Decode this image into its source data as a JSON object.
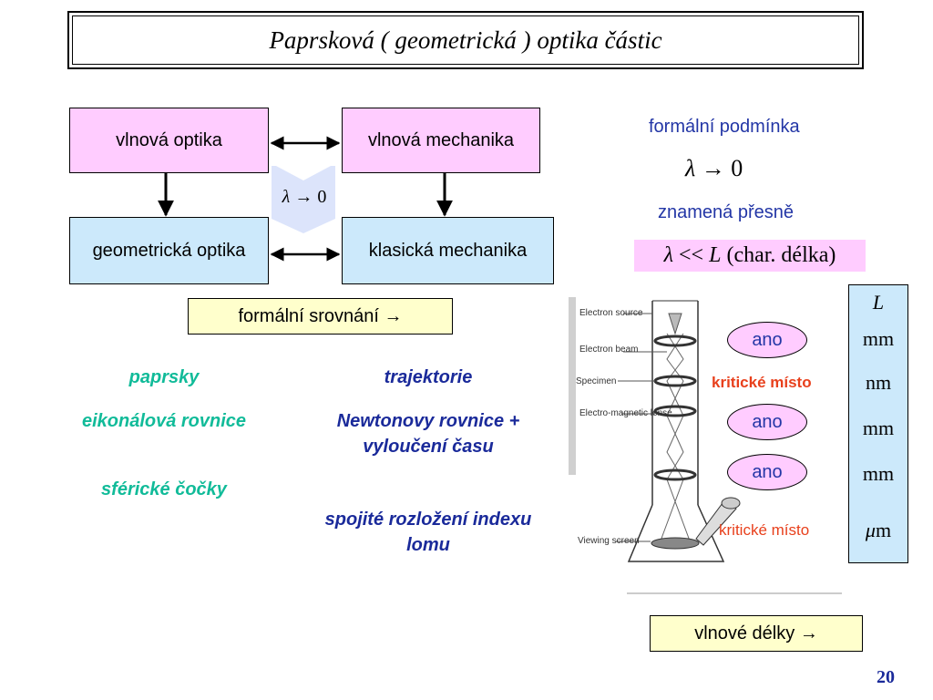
{
  "title": "Paprsková ( geometrická ) optika částic",
  "boxes": {
    "wave_optics": "vlnová optika",
    "wave_mechanics": "vlnová mechanika",
    "geometric_optics": "geometrická optika",
    "classical_mechanics": "klasická mechanika"
  },
  "lambda_arrow": {
    "lambda": "λ",
    "arrow": "→",
    "zero": "0"
  },
  "comparison": {
    "text": "formální srovnání",
    "arrow": "→"
  },
  "optics_column": [
    "paprsky",
    "eikonálová rovnice",
    "sférické čočky"
  ],
  "mechanics_column": [
    "trajektorie",
    "Newtonovy rovnice + vyloučení času",
    "spojité rozložení indexu lomu"
  ],
  "right_panel": {
    "formal_condition": "formální podmínka",
    "means_exactly": "znamená přesně",
    "condition": {
      "lambda": "λ",
      "ll": "<<",
      "L": "L",
      "paren": "(char. délka)"
    }
  },
  "microscope": {
    "labels": [
      "Electron source",
      "Electron beam",
      "Specimen",
      "Electro-magnetic lense",
      "Viewing screen"
    ],
    "answers": [
      "ano",
      "ano",
      "ano"
    ],
    "critical_place": "kritické místo",
    "critical_place_2": "kritické místo"
  },
  "units": {
    "header": "L",
    "values": [
      "mm",
      "nm",
      "mm",
      "mm"
    ],
    "mu": "μ",
    "m": "m"
  },
  "wavelengths": {
    "text": "vlnové délky",
    "arrow": "→"
  },
  "page_number": "20",
  "colors": {
    "pink": "#ffccff",
    "light_blue": "#cce9fb",
    "yellow": "#ffffcc",
    "blue_text": "#2336a6",
    "green": "#11bb99",
    "red": "#e8401c"
  }
}
